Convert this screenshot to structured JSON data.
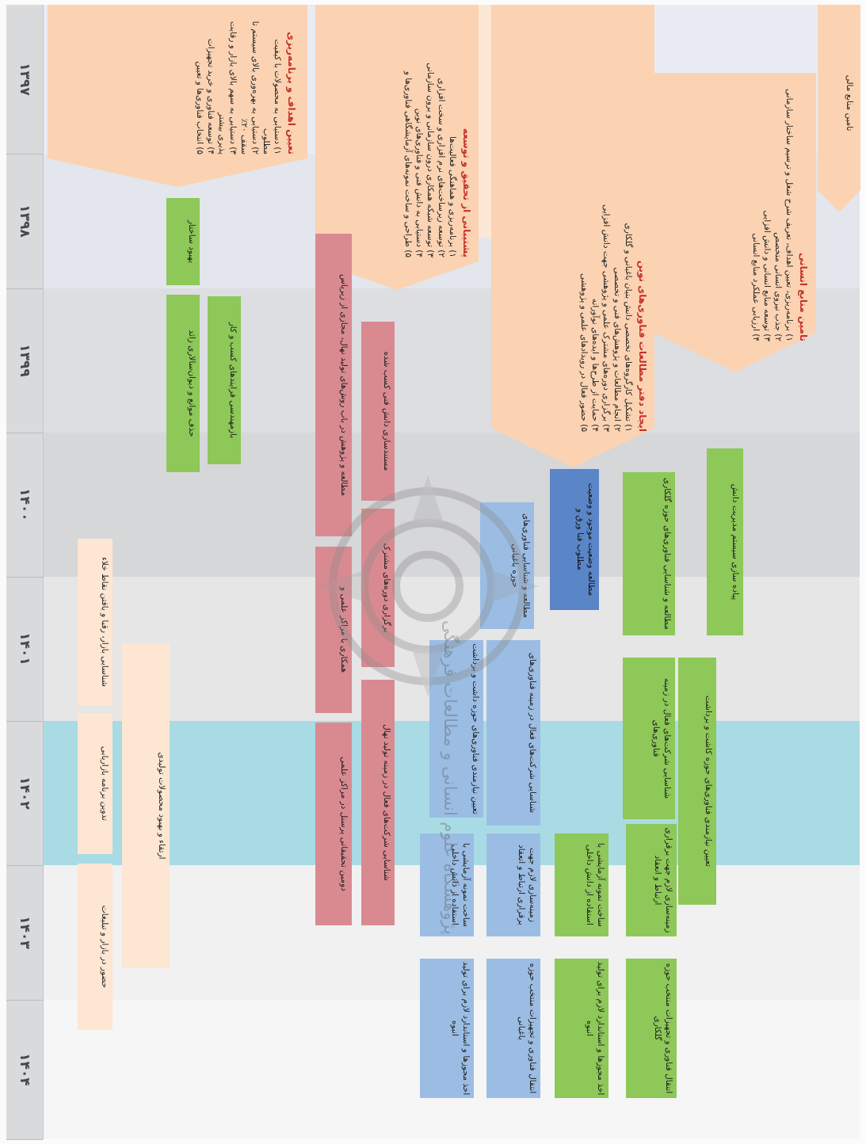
{
  "years": [
    "۱۳۹۷",
    "۱۳۹۸",
    "۱۳۹۹",
    "۱۴۰۰",
    "۱۴۰۱",
    "۱۴۰۲",
    "۱۴۰۳",
    "۱۴۰۴"
  ],
  "goals": {
    "title": "تعیین اهداف و برنامه‌ریزی",
    "items": [
      "۱) دستیابی به محصولات با کیفیت مطلوب",
      "۲) دستیابی به بهره‌وری بالای سیستم تا سقف ۲۰٪",
      "۳) دستیابی به سهم بالای بازار و رقابت پذیری بیشتر",
      "۴) توسعه فناوری و خرید تجهیزات",
      "۵) انتخاب فناوری‌ها و تعیین"
    ]
  },
  "rnd": {
    "title": "پشتیبانی از تحقیق و توسعه",
    "items": [
      "۱) برنامه‌ریزی و هماهنگی فعالیت‌ها",
      "۲) توسعه زیرساخت‌های نرم افزاری و سخت افزاری",
      "۳) توسعه شبکه همکاری درون سازمانی و برون سازمانی",
      "۴) دستیابی به دانش فنی و فناوری‌های نوین",
      "۵) طراحی و ساخت نمونه‌های آزمایشگاهی فناوری‌ها و"
    ]
  },
  "newtech": {
    "title": "ایجاد دفتر مطالعات فناوری‌های نوین",
    "items": [
      "۱) تشکیل کارگروه‌های تخصصی دانش بنیان باغبانی و گلکاری",
      "۲) انجام مطالعات و پژوهش‌های فنی و تخصصی",
      "۳) برگزاری دوره‌های مشترک علمی و پژوهشی جهت دانش افزایی",
      "۴) حمایت از طرح‌ها و ایده‌های نوآورانه",
      "۵) حضور فعال در رویدادهای علمی و پژوهشی"
    ]
  },
  "hr": {
    "title": "تامین منابع انسانی",
    "items": [
      "۱) برنامه‌ریزی، تعیین اهداف، تعریف شرح شغل و ترسیم ساختار سازمانی",
      "۲) جذب نیروی انسانی متخصص",
      "۳) توسعه منابع انسانی و دانش افزایی",
      "۴) ارزیابی عملکرد منابع انسانی"
    ]
  },
  "finance": {
    "title": "تامین منابع مالی"
  },
  "green_top": [
    "بهبود ساختار",
    "حذف موانع و دیوان‌سالاری زائد",
    "بازمهندسی فرایندهای کسب و کار"
  ],
  "market": [
    "شناسایی بازار، رقبا و یافتن نقاط خلاء",
    "تدوین برنامه بازاریابی",
    "حضور در بازار و تبلیغات",
    "ارتقاء و بهبود محصولات تولیدی"
  ],
  "pink": [
    "مطالعه و پژوهش در باب روش‌های تولید نهال، مجازی از زیرپاس",
    "همکاری با مراکز علمی و",
    "دومین تحقیقاتی پرسنل در مراکز علمی",
    "مستندسازی دانش فنی کسب شده",
    "برگزاری دوره‌های مشترک",
    "شناسایی شرکت‌های فعال در زمینه تولید نهال"
  ],
  "blue": [
    "مطالعه و شناسایی فناوری‌های حوزه باغبانی",
    "تعیین نیازمندی فناوری‌های حوزه داشت و برداشت",
    "ساخت نمونه آزمایشی با استفاده از دانش داخلی",
    "اخذ مجوزها و استاندارد لازم برای تولید انبوه",
    "شناسایی شرکت‌های فعال در زمینه فناوری‌های",
    "زمینه‌سازی لازم جهت برقراری ارتباط و انعقاد",
    "انتقال فناوری و تجهیزات منتخب حوزه باغبانی"
  ],
  "dblue": "مطالعه وضعیت موجود و وضعیت مطلوب فنا ورق و",
  "green_bottom": [
    "مطالعه و شناسایی فناوری‌های حوزه گلکاری",
    "شناسایی شرکت‌های فعال در زمینه فناوری‌های",
    "تعیین نیازمندی فناوری‌های حوزه کاشت و برداشت",
    "پیاده سازی سیستم مدیریت دانش",
    "ساخت نمونه آزمایشی با استفاده از دانش داخلی",
    "اخذ مجوزها و استاندارد لازم برای تولید انبوه",
    "زمینه‌سازی لازم جهت برقراری ارتباط و انعقاد",
    "انتقال فناوری و تجهیزات منتخب حوزه گلکاری"
  ],
  "watermark": "پژوهشگاه علوم انسانی و مطالعات فرهنگی"
}
